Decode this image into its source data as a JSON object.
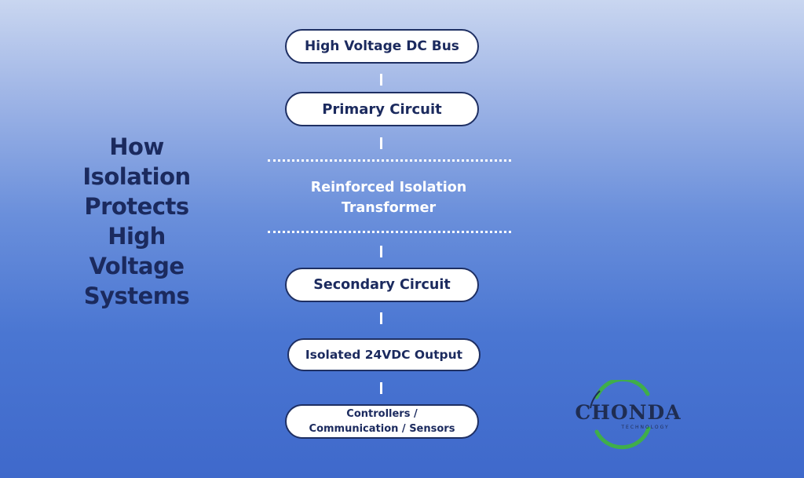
{
  "title_lines": [
    "How",
    "Isolation",
    "Protects",
    "High",
    "Voltage",
    "Systems"
  ],
  "nodes": {
    "dc_bus": "High Voltage DC Bus",
    "primary": "Primary Circuit",
    "secondary": "Secondary Circuit",
    "output": "Isolated 24VDC Output",
    "loads_line1": "Controllers /",
    "loads_line2": "Communication / Sensors"
  },
  "isolation": {
    "line1": "Reinforced Isolation",
    "line2": "Transformer"
  },
  "logo": {
    "name": "CHONDA",
    "subtitle": "TECHNOLOGY",
    "icon": "chonda-logo-icon"
  },
  "colors": {
    "text_dark": "#1b2a5e",
    "node_fill": "#ffffff",
    "node_border": "#1e2f63",
    "logo_green": "#3fae4a",
    "logo_navy": "#1f2d52"
  }
}
